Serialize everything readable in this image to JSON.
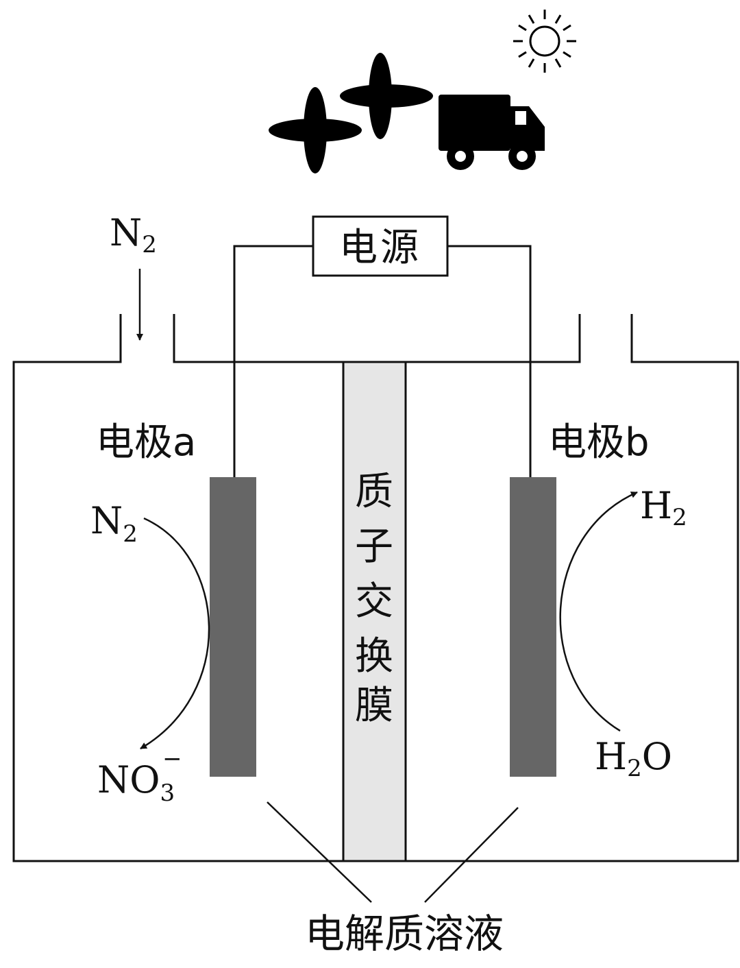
{
  "colors": {
    "line": "#111111",
    "electrode": "#666666",
    "membrane": "#e6e6e6",
    "icon": "#000000"
  },
  "icons": [
    "sun-icon",
    "wind-turbine-icon",
    "wind-turbine-icon",
    "truck-icon"
  ],
  "labels": {
    "power_source": "电源",
    "electrode_a": "电极a",
    "electrode_b": "电极b",
    "membrane_chars": [
      "质",
      "子",
      "交",
      "换",
      "膜"
    ],
    "electrolyte": "电解质溶液"
  },
  "species": {
    "n2_inlet": {
      "base": "N",
      "sub": "2"
    },
    "n2_left": {
      "base": "N",
      "sub": "2"
    },
    "no3": {
      "base": "NO",
      "sub": "3",
      "sup": "−"
    },
    "h2": {
      "base": "H",
      "sub": "2"
    },
    "h2o": {
      "pre": "H",
      "sub": "2",
      "post": "O"
    }
  }
}
